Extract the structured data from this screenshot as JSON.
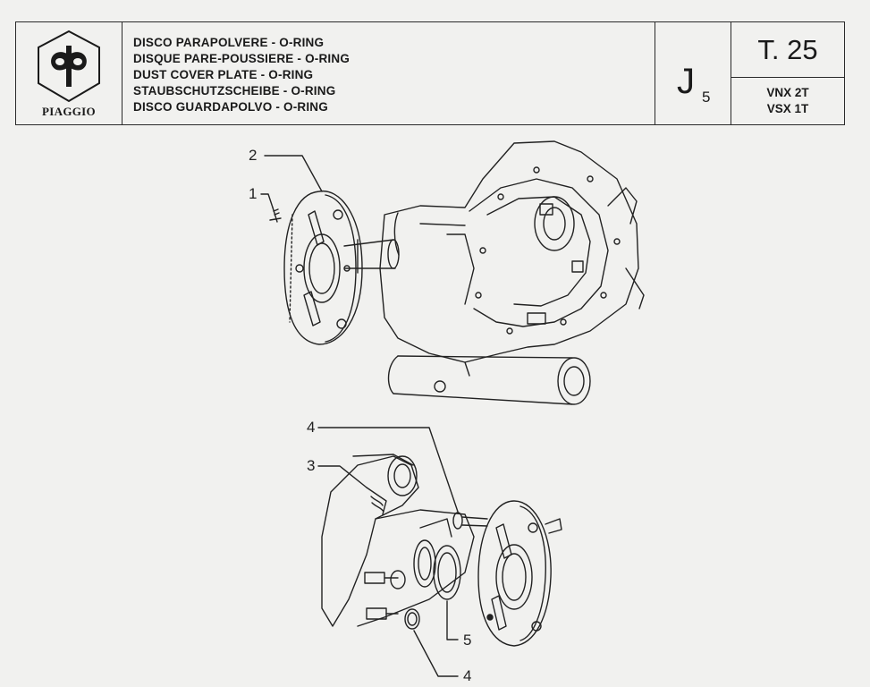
{
  "header": {
    "brand": "PIAGGIO",
    "titles": [
      "DISCO PARAPOLVERE - O-RING",
      "DISQUE PARE-POUSSIERE - O-RING",
      "DUST COVER PLATE - O-RING",
      "STAUBSCHUTZSCHEIBE - O-RING",
      "DISCO GUARDAPOLVO - O-RING"
    ],
    "section_letter": "J",
    "section_number": "5",
    "table_number": "T. 25",
    "models": [
      "VNX 2T",
      "VSX 1T"
    ]
  },
  "callouts": {
    "c2": "2",
    "c1": "1",
    "c4_top": "4",
    "c3": "3",
    "c5": "5",
    "c4_bottom": "4"
  },
  "colors": {
    "paper": "#f1f1ef",
    "ink": "#1a1a1a"
  }
}
